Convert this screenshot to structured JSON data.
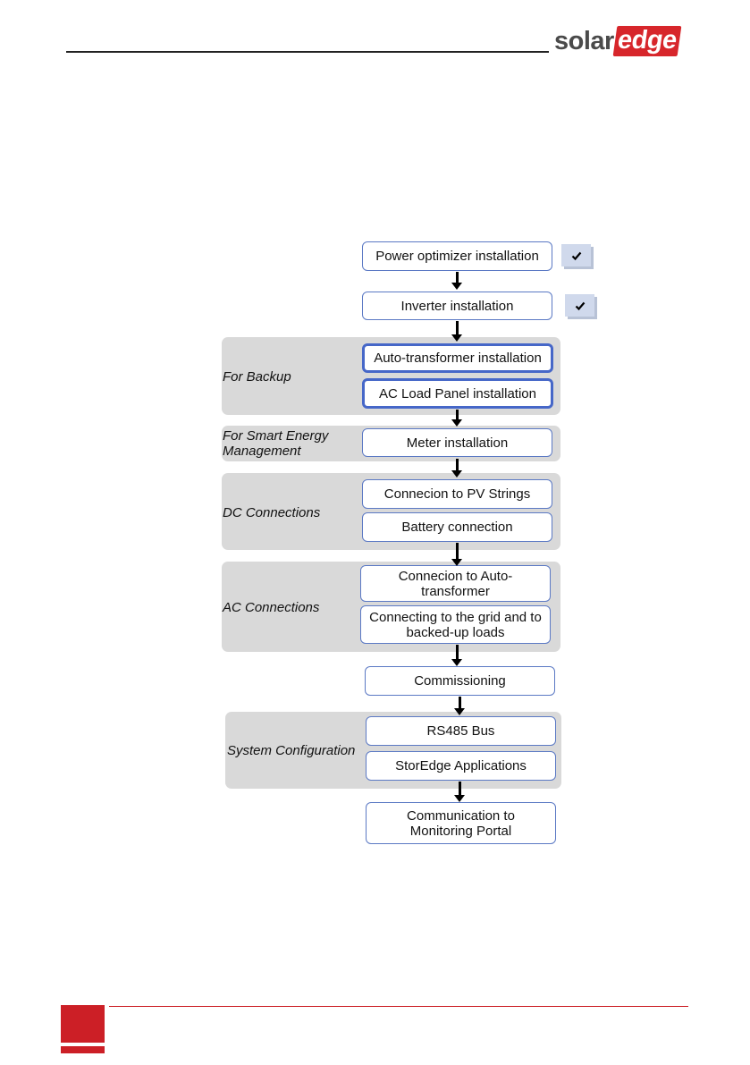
{
  "logo": {
    "part1": "solar",
    "part2": "edge"
  },
  "steps": {
    "power_optimizer": "Power optimizer installation",
    "inverter": "Inverter installation",
    "auto_transformer": "Auto-transformer installation",
    "ac_load_panel": "AC Load Panel installation",
    "meter": "Meter installation",
    "pv_strings": "Connecion to PV Strings",
    "battery": "Battery connection",
    "auto_transformer_conn_line1": "Connecion to Auto-",
    "auto_transformer_conn_line2": "transformer",
    "grid_line1": "Connecting to the grid and to",
    "grid_line2": "backed-up loads",
    "commissioning": "Commissioning",
    "rs485": "RS485 Bus",
    "storedge_apps": "StorEdge Applications",
    "monitoring_line1": "Communication to",
    "monitoring_line2": "Monitoring Portal"
  },
  "groups": {
    "backup": "For Backup",
    "smart_energy_line1": "For Smart Energy",
    "smart_energy_line2": "Management",
    "dc": "DC Connections",
    "ac": "AC Connections",
    "system_config": "System Configuration"
  },
  "status": {
    "power_optimizer_done": true,
    "inverter_done": true
  }
}
